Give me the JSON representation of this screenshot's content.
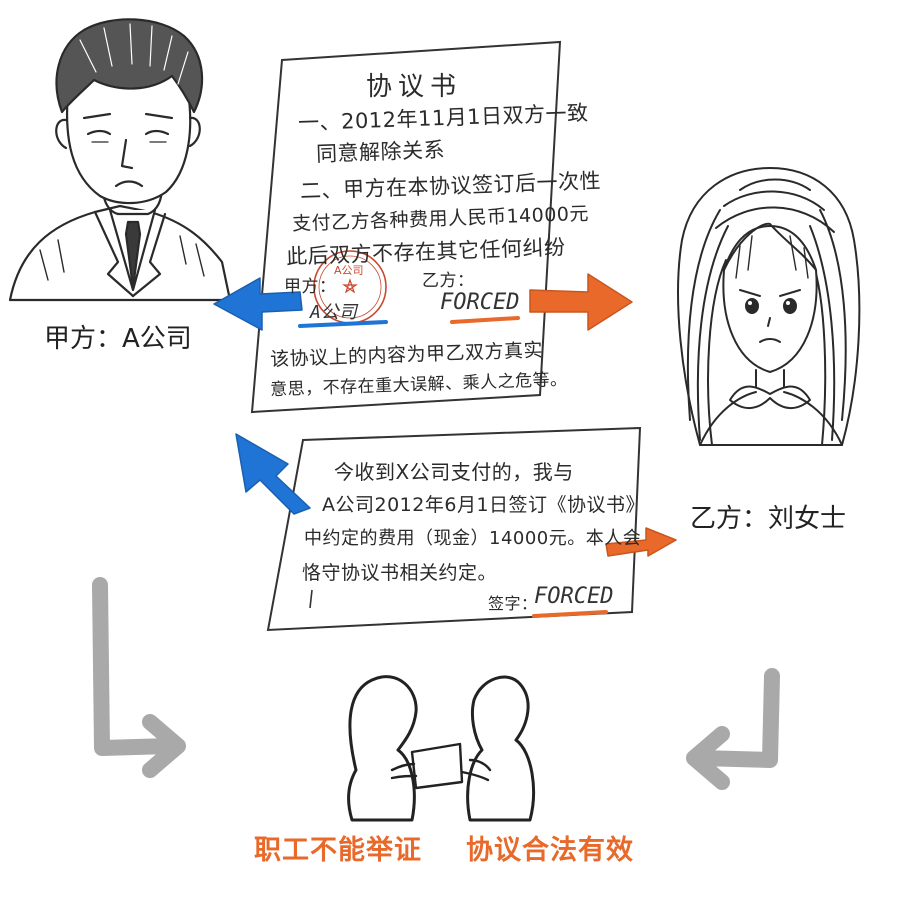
{
  "party_a": {
    "label": "甲方：A公司"
  },
  "party_b": {
    "label": "乙方：刘女士"
  },
  "agreement": {
    "title": "协议书",
    "lines": [
      "一、2012年11月1日双方一致",
      "同意解除关系",
      "二、甲方在本协议签订后一次性",
      "支付乙方各种费用人民币14000元",
      "此后双方不存在其它任何纠纷"
    ],
    "party_a_field": "甲方：",
    "party_a_sig": "A公司",
    "seal_text": "A公司",
    "party_b_field": "乙方：",
    "party_b_sig": "FORCED",
    "footer_lines": [
      "该协议上的内容为甲乙双方真实",
      "意思，不存在重大误解、乘人之危等。"
    ]
  },
  "receipt": {
    "lines": [
      "今收到X公司支付的，我与",
      "A公司2012年6月1日签订《协议书》",
      "中约定的费用（现金）14000元。本人会",
      "恪守协议书相关约定。"
    ],
    "sign_label": "签字：",
    "signature": "FORCED"
  },
  "conclusions": {
    "left": "职工不能举证",
    "right": "协议合法有效"
  },
  "colors": {
    "blue": "#1f74d6",
    "orange": "#e8692a",
    "gray_arrow": "#a9a9a9",
    "ink": "#2a2a2a"
  }
}
